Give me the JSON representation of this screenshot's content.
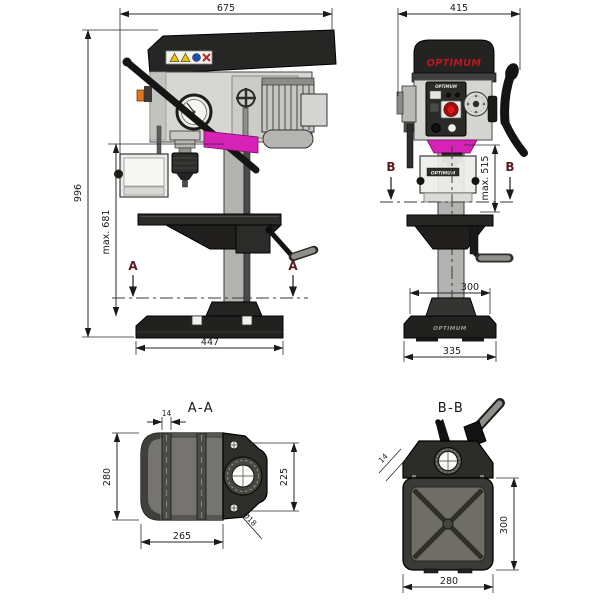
{
  "page": {
    "background": "#ffffff",
    "type": "technical-dimension-drawing",
    "product": "bench drill press"
  },
  "brand": {
    "name": "OPTIMUM",
    "red": "#c41525",
    "magenta": "#d622b6"
  },
  "side_view": {
    "dim_overall_width": "675",
    "dim_overall_height": "996",
    "dim_max_chuck_to_base": "max. 681",
    "dim_base_width": "447",
    "section_label": "A",
    "safety_label_icons": [
      "warning-triangle-icon",
      "warning-triangle-icon",
      "mandatory-blue-circle-icon",
      "prohibition-red-x-icon"
    ]
  },
  "front_view": {
    "dim_overall_width": "415",
    "dim_max_spindle_to_table": "max. 515",
    "dim_base_top_depth": "300",
    "dim_base_depth": "335",
    "section_label": "B",
    "head_logo": "OPTIMUM",
    "panel_logo": "OPTIMUM",
    "guard_logo": "OPTIMUM",
    "base_logo": "OPTIMUM"
  },
  "section_aa": {
    "title": "A-A",
    "dim_slot_width": "14",
    "dim_table_depth": "280",
    "dim_support_height": "225",
    "dim_table_width": "265",
    "dim_mount_hole": "Ø18"
  },
  "section_bb": {
    "title": "B-B",
    "dim_rib_width": "14",
    "dim_table_depth": "300",
    "dim_table_width": "280"
  }
}
